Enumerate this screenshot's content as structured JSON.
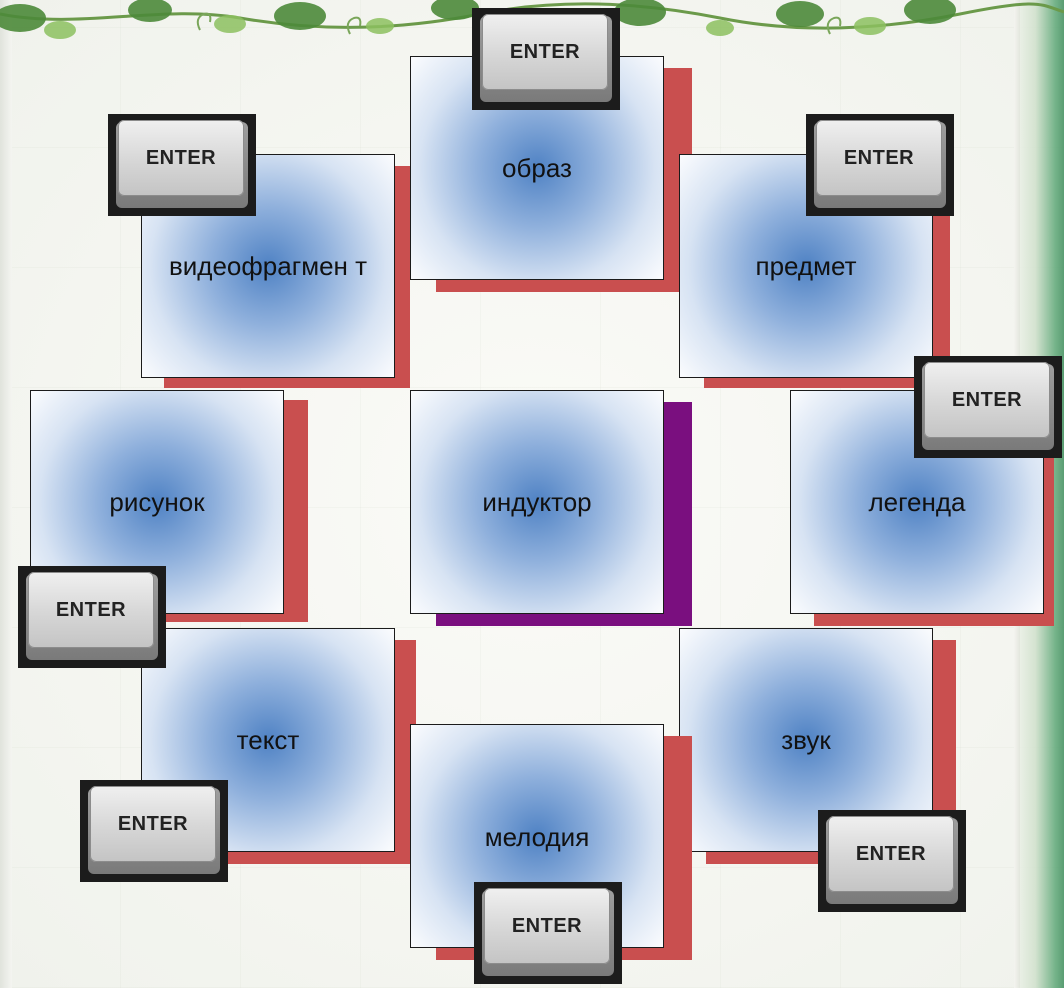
{
  "enter_label": "ENTER",
  "tiles": {
    "obraz": "образ",
    "videofragment": "видеофрагмен т",
    "predmet": "предмет",
    "risunok": "рисунок",
    "induktor": "индуктор",
    "legenda": "легенда",
    "tekst": "текст",
    "zvuk": "звук",
    "melodiya": "мелодия"
  },
  "colors": {
    "shadow_red": "#c94f4f",
    "shadow_purple": "#7a0f7f",
    "tile_blue": "#4f82c4"
  }
}
